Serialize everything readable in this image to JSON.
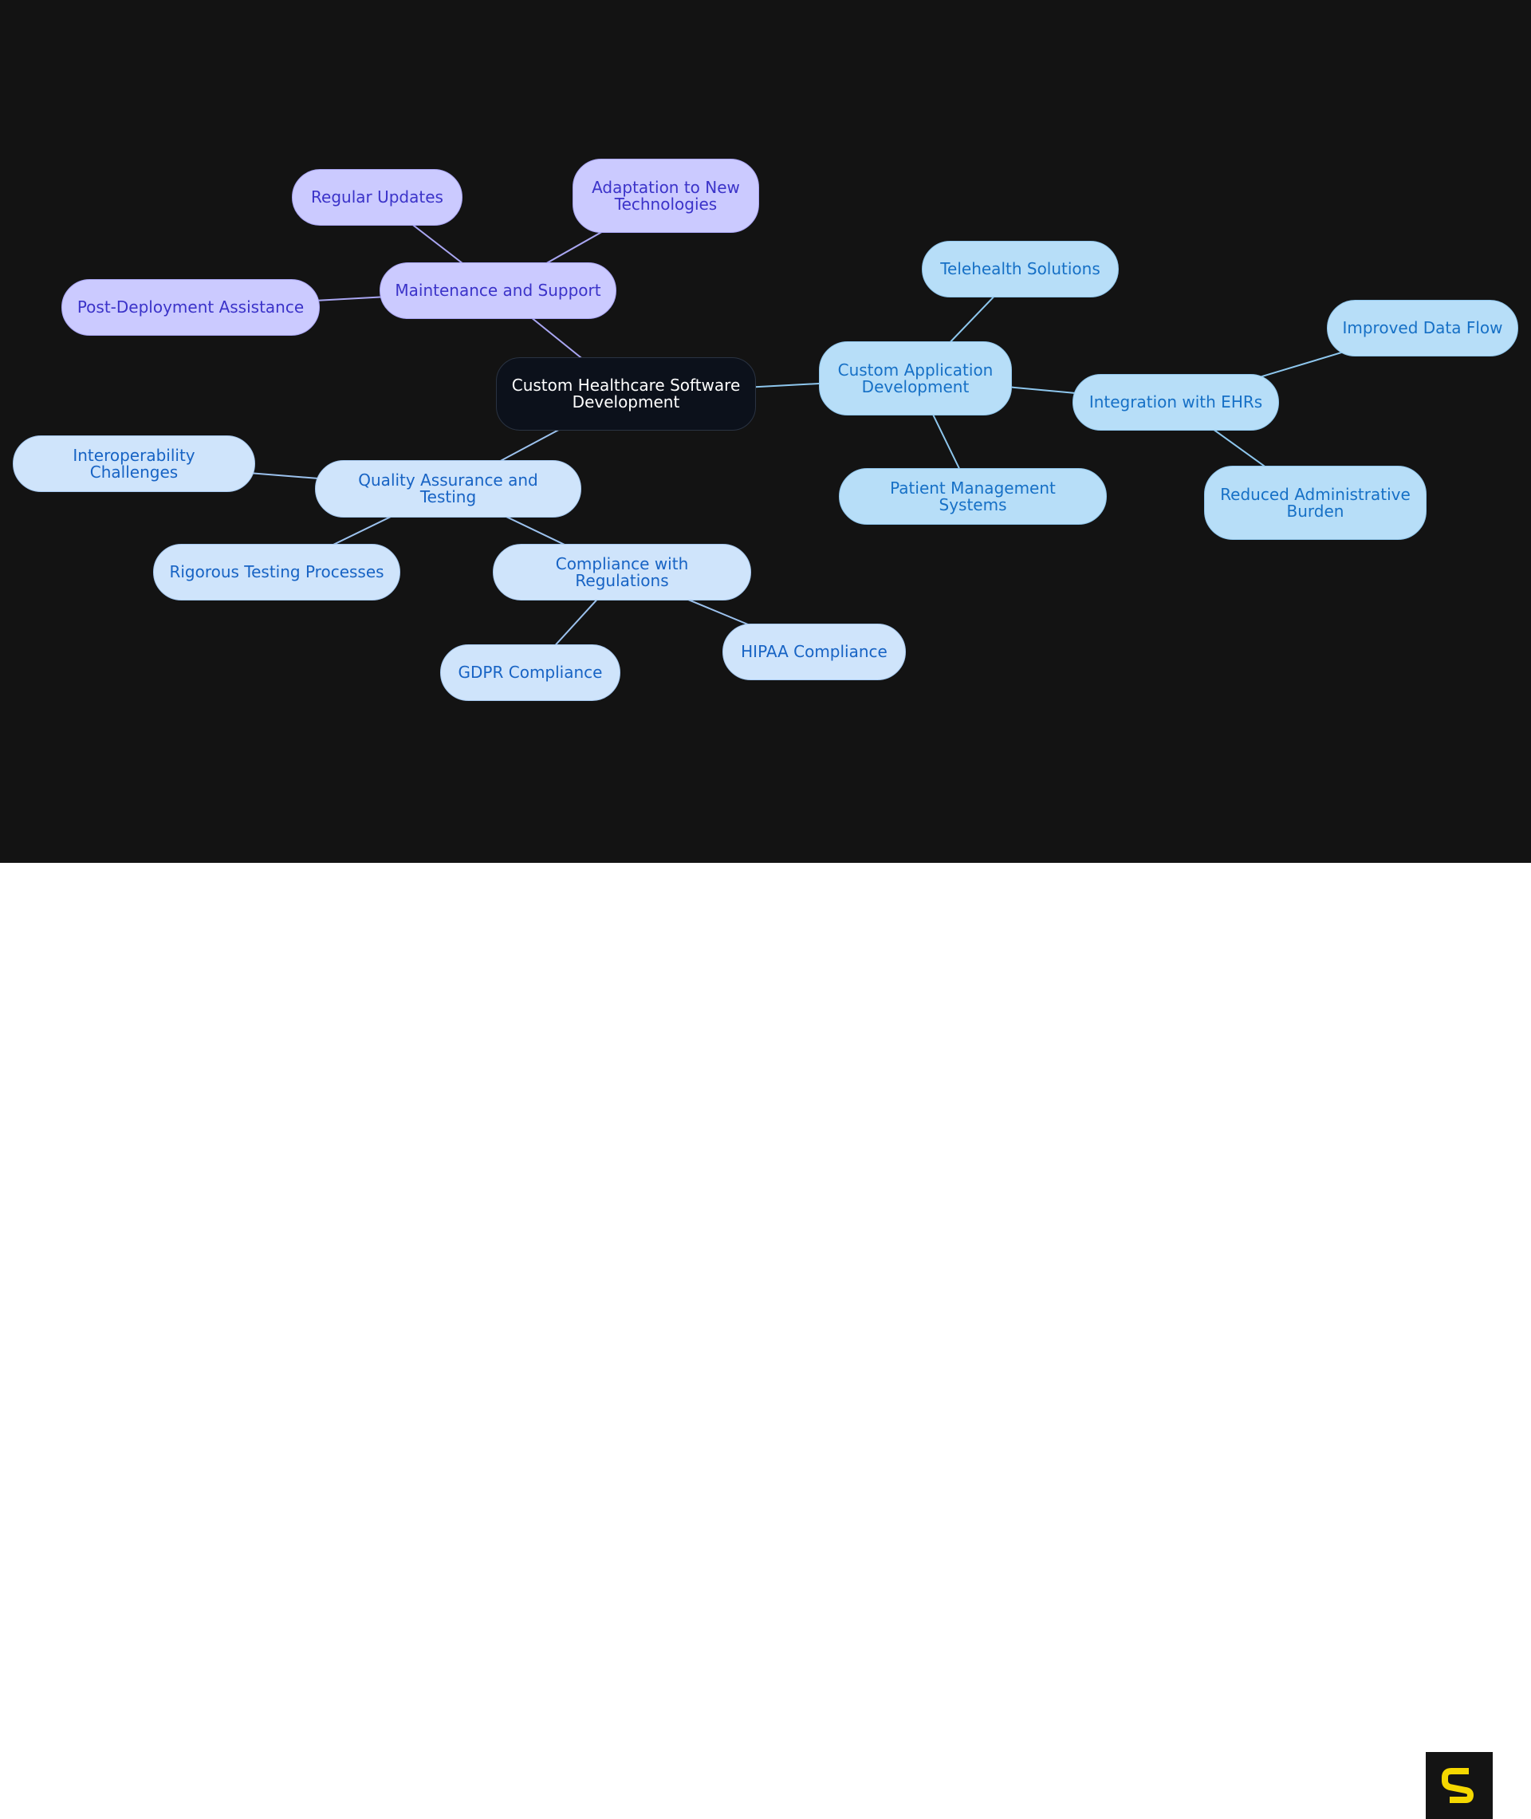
{
  "diagram": {
    "nodes": [
      {
        "id": "root",
        "label": "Custom Healthcare Software\nDevelopment",
        "style": "root"
      },
      {
        "id": "maint",
        "label": "Maintenance and Support",
        "style": "purple"
      },
      {
        "id": "regular",
        "label": "Regular Updates",
        "style": "purple"
      },
      {
        "id": "adapt",
        "label": "Adaptation to New\nTechnologies",
        "style": "purple"
      },
      {
        "id": "postdep",
        "label": "Post-Deployment Assistance",
        "style": "purple"
      },
      {
        "id": "qa",
        "label": "Quality Assurance and Testing",
        "style": "lightblue"
      },
      {
        "id": "interop",
        "label": "Interoperability Challenges",
        "style": "lightblue"
      },
      {
        "id": "rigorous",
        "label": "Rigorous Testing Processes",
        "style": "lightblue"
      },
      {
        "id": "compliance",
        "label": "Compliance with Regulations",
        "style": "lightblue"
      },
      {
        "id": "gdpr",
        "label": "GDPR Compliance",
        "style": "lightblue"
      },
      {
        "id": "hipaa",
        "label": "HIPAA Compliance",
        "style": "lightblue"
      },
      {
        "id": "customapp",
        "label": "Custom Application\nDevelopment",
        "style": "skyblue"
      },
      {
        "id": "telehealth",
        "label": "Telehealth Solutions",
        "style": "skyblue"
      },
      {
        "id": "ehr",
        "label": "Integration with EHRs",
        "style": "skyblue"
      },
      {
        "id": "patient",
        "label": "Patient Management Systems",
        "style": "skyblue"
      },
      {
        "id": "dataflow",
        "label": "Improved Data Flow",
        "style": "skyblue"
      },
      {
        "id": "reduced",
        "label": "Reduced Administrative\nBurden",
        "style": "skyblue"
      }
    ],
    "edges": [
      [
        "root",
        "maint"
      ],
      [
        "maint",
        "regular"
      ],
      [
        "maint",
        "adapt"
      ],
      [
        "maint",
        "postdep"
      ],
      [
        "root",
        "qa"
      ],
      [
        "qa",
        "interop"
      ],
      [
        "qa",
        "rigorous"
      ],
      [
        "qa",
        "compliance"
      ],
      [
        "compliance",
        "gdpr"
      ],
      [
        "compliance",
        "hipaa"
      ],
      [
        "root",
        "customapp"
      ],
      [
        "customapp",
        "telehealth"
      ],
      [
        "customapp",
        "ehr"
      ],
      [
        "customapp",
        "patient"
      ],
      [
        "ehr",
        "dataflow"
      ],
      [
        "ehr",
        "reduced"
      ]
    ]
  },
  "colors": {
    "background": "#131313",
    "root_fill": "#0c111b",
    "purple_fill": "#cbcaff",
    "purple_text": "#3b33c9",
    "lightblue_fill": "#cfe4fb",
    "lightblue_text": "#1763c4",
    "skyblue_fill": "#b7def8",
    "skyblue_text": "#1670c6",
    "logo_accent": "#f5d800"
  },
  "logo": {
    "icon": "s-logo-icon"
  }
}
